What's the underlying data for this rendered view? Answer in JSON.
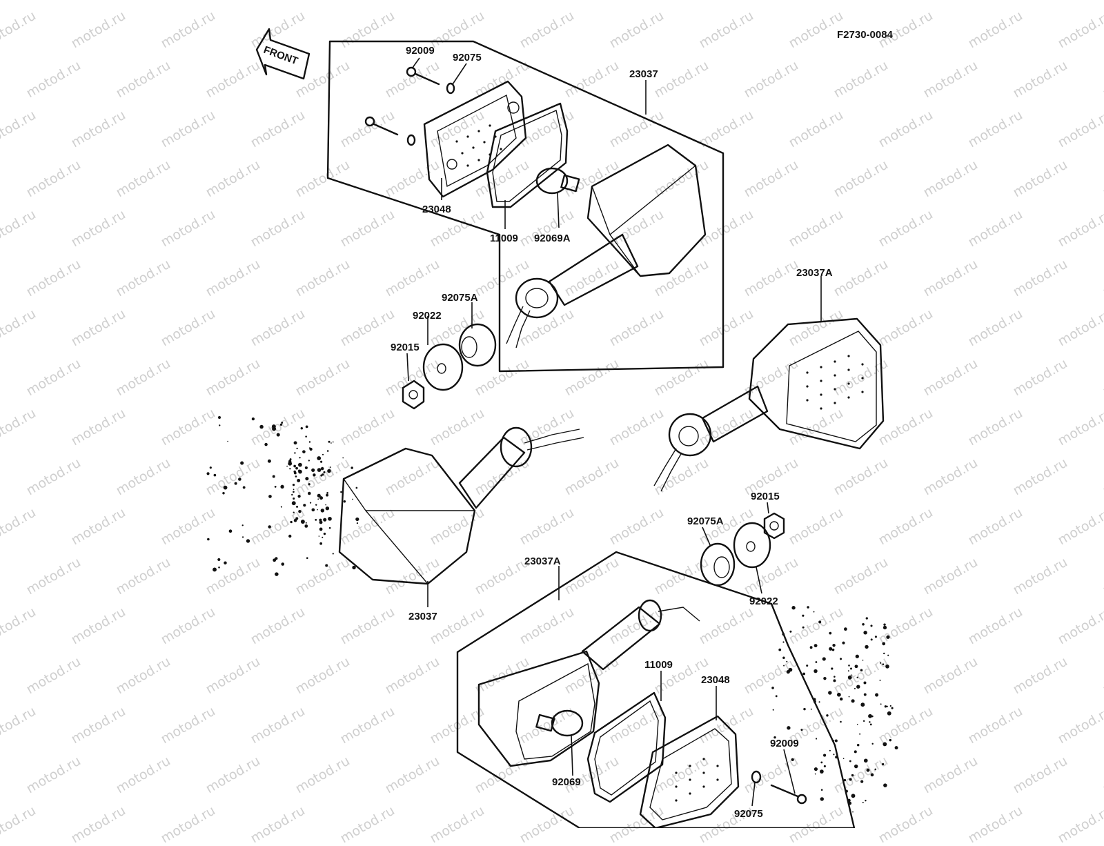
{
  "diagram": {
    "code": "F2730-0084",
    "front_label": "FRONT",
    "watermark": "motod.ru",
    "parts": [
      {
        "id": "p1",
        "number": "92009"
      },
      {
        "id": "p2",
        "number": "92075"
      },
      {
        "id": "p3",
        "number": "23037"
      },
      {
        "id": "p4",
        "number": "23048"
      },
      {
        "id": "p5",
        "number": "11009"
      },
      {
        "id": "p6",
        "number": "92069A"
      },
      {
        "id": "p7",
        "number": "92075A"
      },
      {
        "id": "p8",
        "number": "92022"
      },
      {
        "id": "p9",
        "number": "92015"
      },
      {
        "id": "p10",
        "number": "23037A"
      },
      {
        "id": "p11",
        "number": "92015"
      },
      {
        "id": "p12",
        "number": "92075A"
      },
      {
        "id": "p13",
        "number": "23037A"
      },
      {
        "id": "p14",
        "number": "23037"
      },
      {
        "id": "p15",
        "number": "92022"
      },
      {
        "id": "p16",
        "number": "11009"
      },
      {
        "id": "p17",
        "number": "23048"
      },
      {
        "id": "p18",
        "number": "92009"
      },
      {
        "id": "p19",
        "number": "92069"
      },
      {
        "id": "p20",
        "number": "92075"
      }
    ]
  }
}
